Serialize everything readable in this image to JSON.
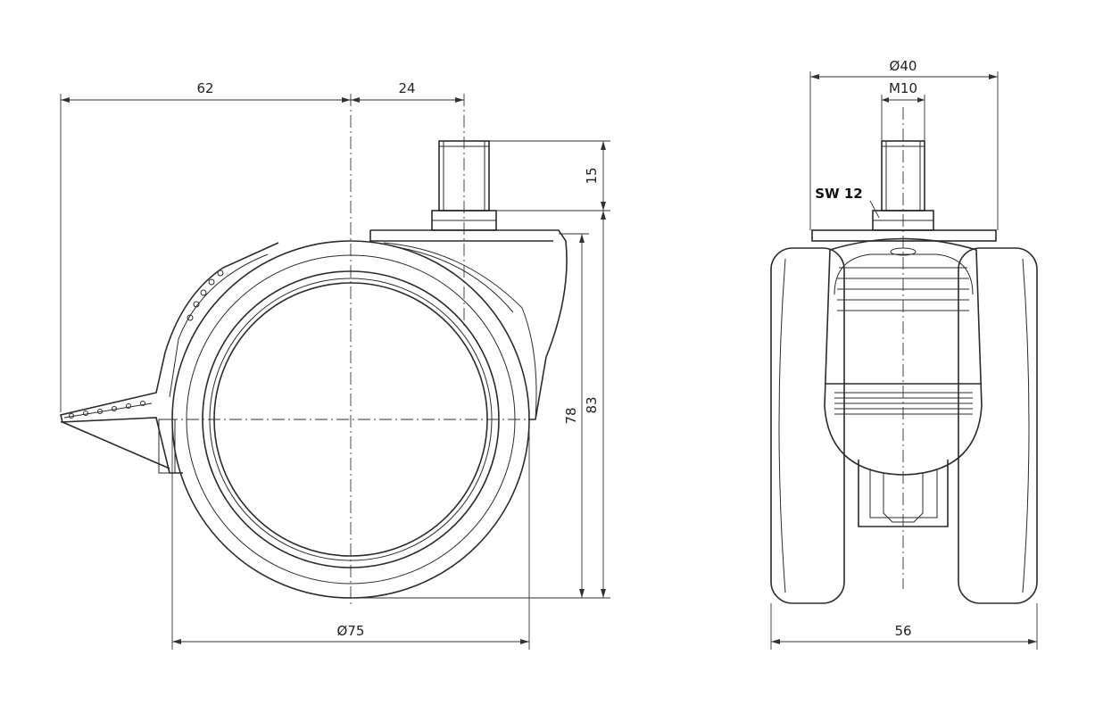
{
  "side_view": {
    "dim_offset_left": "62",
    "dim_offset_right": "24",
    "dim_stem_length": "15",
    "dim_wheel_height": "78",
    "dim_total_height": "83",
    "dim_wheel_diameter": "Ø75"
  },
  "front_view": {
    "dim_top_diameter": "Ø40",
    "dim_thread": "M10",
    "dim_wrench_size": "SW 12",
    "dim_total_width": "56"
  },
  "colors": {
    "line": "#2b2b2b",
    "background": "#ffffff"
  }
}
